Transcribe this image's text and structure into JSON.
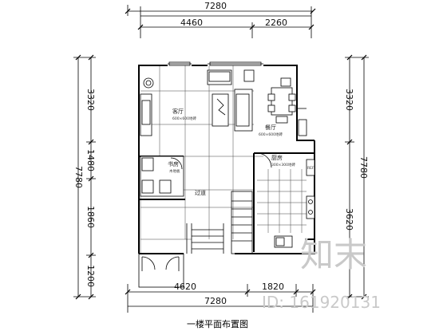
{
  "drawing": {
    "caption": "一楼平面布置图",
    "dimensions": {
      "top_total": "7280",
      "top_left": "4460",
      "top_right": "2260",
      "bottom_left": "4620",
      "bottom_right": "1820",
      "bottom_total": "7280",
      "left_total": "7780",
      "left_1": "3320",
      "left_2": "1480",
      "left_3": "1860",
      "left_4": "1200",
      "right_1": "3320",
      "right_total": "7780",
      "right_2": "3620"
    },
    "rooms": {
      "living_room": {
        "name": "客厅",
        "note": "600×600地砖"
      },
      "dining_room": {
        "name": "餐厅",
        "note": "600×600地砖"
      },
      "study": {
        "name": "书房",
        "note": "木地板"
      },
      "kitchen": {
        "name": "厨房",
        "note": "300×300地砖"
      },
      "hall": {
        "name": "过道"
      },
      "fridge": "REF"
    },
    "watermark": {
      "logo_text": "知末",
      "id_text": "ID: 161920131"
    }
  }
}
